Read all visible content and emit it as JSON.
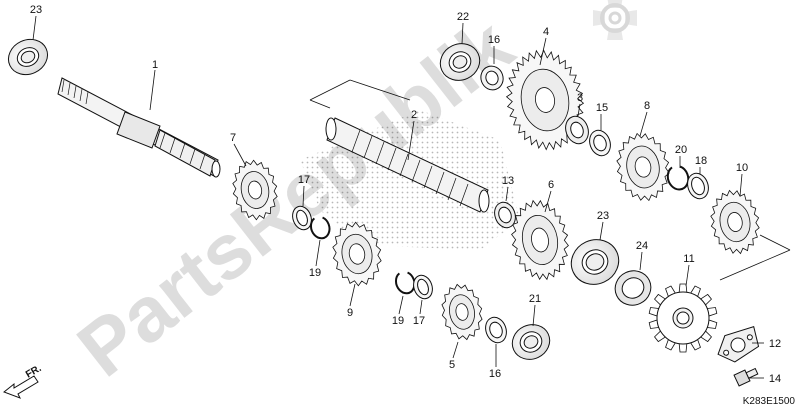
{
  "diagram_code": "K283E1500",
  "direction_label": "FR.",
  "watermark_text": "PartsRepublik",
  "callouts": {
    "c1": "1",
    "c2": "2",
    "c3": "3",
    "c4": "4",
    "c5": "5",
    "c6": "6",
    "c7": "7",
    "c8": "8",
    "c9": "9",
    "c10": "10",
    "c11": "11",
    "c12": "12",
    "c13": "13",
    "c14": "14",
    "c15": "15",
    "c16a": "16",
    "c16b": "16",
    "c17a": "17",
    "c17b": "17",
    "c18": "18",
    "c19a": "19",
    "c19b": "19",
    "c20": "20",
    "c21": "21",
    "c22": "22",
    "c23a": "23",
    "c23b": "23",
    "c24": "24"
  },
  "colors": {
    "line": "#111111",
    "watermark": "#dcdcdc"
  },
  "icons": {
    "corner": "gear-icon",
    "direction": "arrow-icon"
  }
}
